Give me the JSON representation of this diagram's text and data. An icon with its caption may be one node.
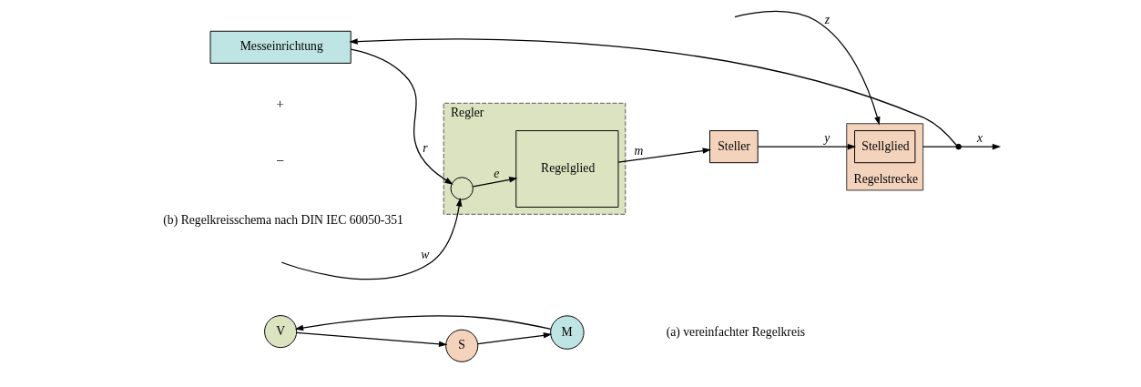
{
  "diagram": {
    "nodes": [
      {
        "text": [
          "V"
        ]
      },
      {
        "text": [
          "S"
        ]
      },
      {
        "text": [
          "M"
        ]
      },
      {
        "text": [
          "Regler"
        ]
      },
      {
        "text": [],
        "shape": "circle",
        "in": 3
      },
      {
        "text": [
          "Regelglied"
        ],
        "in": 3
      },
      {
        "text": [
          "Steller"
        ]
      },
      {
        "text": [
          "Regelstrecke"
        ]
      },
      {
        "text": [
          "Stellglied"
        ],
        "in": 7
      },
      {
        "text": [
          "Messeinrichtung"
        ]
      },
      {
        "text": [],
        "shape": "dot"
      }
    ],
    "edges": [
      {
        "from": 0,
        "to": 1,
        "arrow": "to"
      },
      {
        "from": 1,
        "to": 2,
        "arrow": "to"
      },
      {
        "from": 2,
        "to": 0,
        "arrow": "to"
      },
      {
        "from": null,
        "to": 4,
        "arrow": "to",
        "label": "w"
      },
      {
        "from": 4,
        "to": 5,
        "arrow": "to",
        "label": "e"
      },
      {
        "from": 5,
        "to": 6,
        "arrow": "to",
        "label": "m"
      },
      {
        "from": 6,
        "to": 8,
        "arrow": "to",
        "label": "y"
      },
      {
        "from": null,
        "to": 7,
        "arrow": "to",
        "label": "z"
      },
      {
        "from": 7,
        "to": 10,
        "arrow": "none"
      },
      {
        "from": 10,
        "to": null,
        "arrow": "to",
        "label": "x"
      },
      {
        "from": 10,
        "to": 9,
        "arrow": "to"
      },
      {
        "from": 9,
        "to": 4,
        "arrow": "to",
        "label": "r"
      }
    ],
    "labels": [
      "+",
      "−",
      "(a) vereinfachter Regelkreis",
      "(b) Regelkreisschema nach DIN IEC 60050-351"
    ]
  }
}
